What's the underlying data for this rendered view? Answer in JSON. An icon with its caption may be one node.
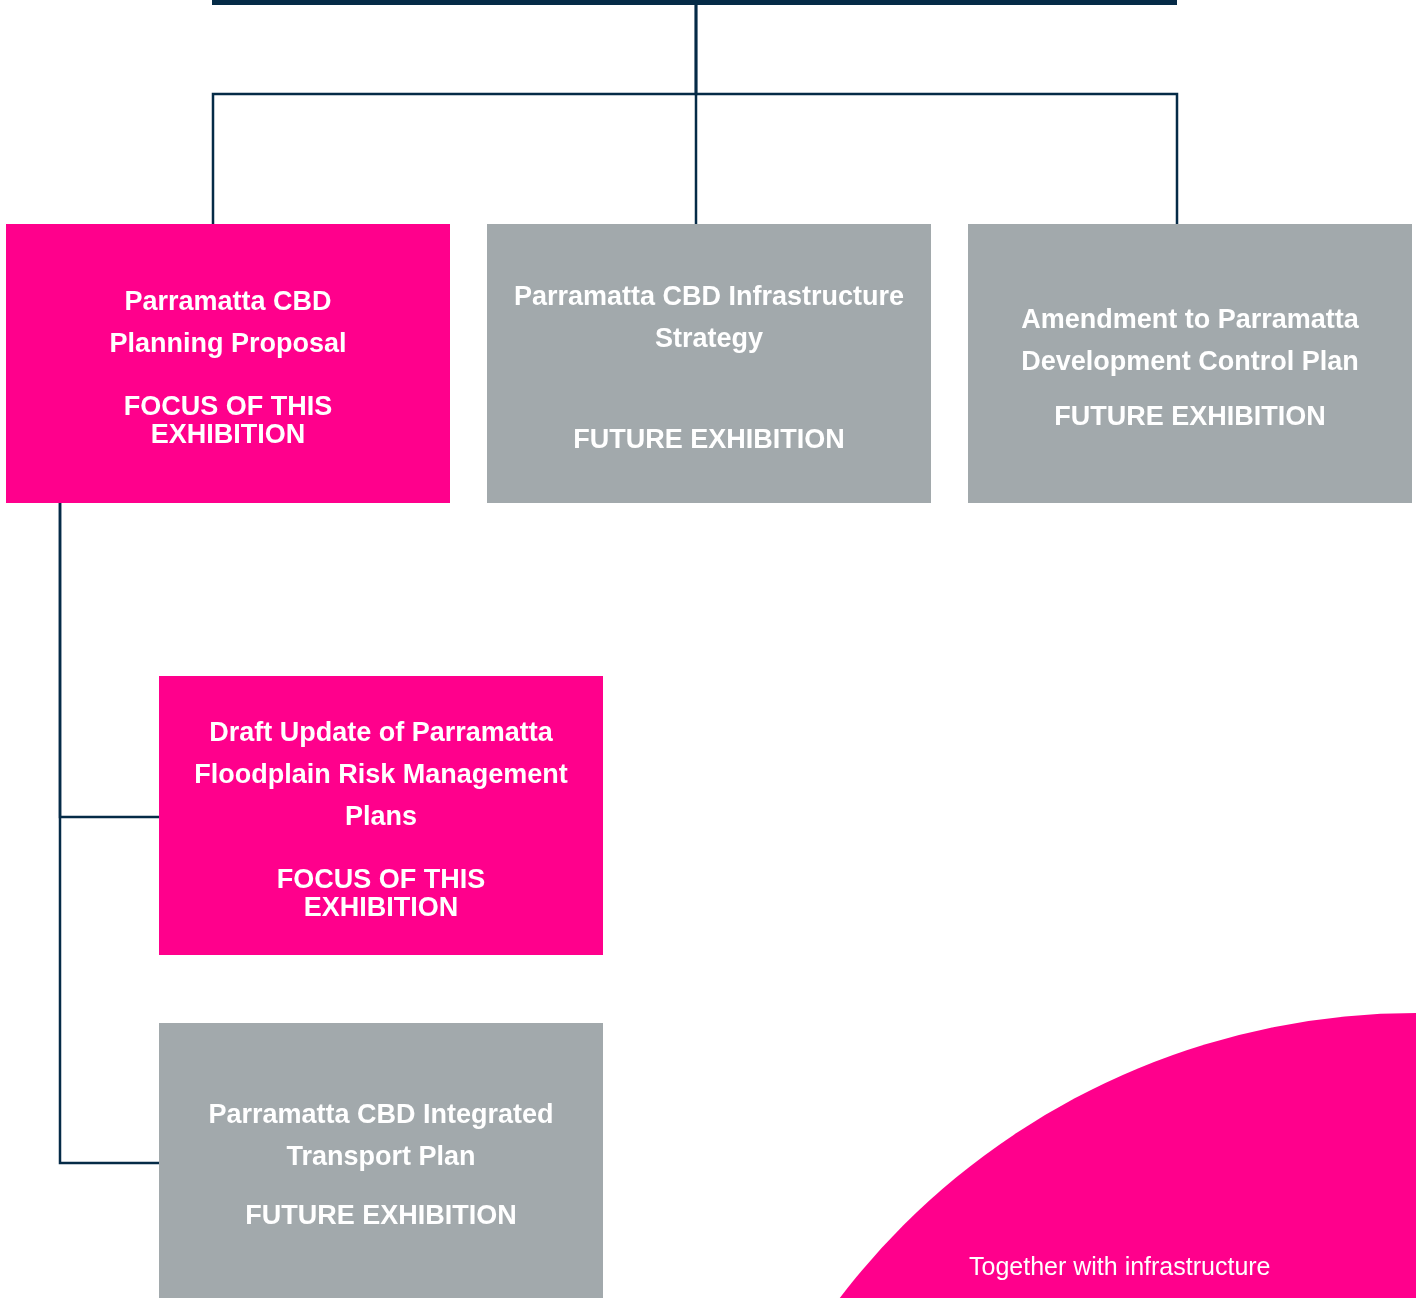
{
  "diagram": {
    "nodes": [
      {
        "text": [],
        "shape": "bar"
      },
      {
        "text": [
          "Parramatta CBD Planning Proposal",
          "FOCUS OF THIS EXHIBITION"
        ]
      },
      {
        "text": [
          "Parramatta CBD Infrastructure Strategy",
          "FUTURE EXHIBITION"
        ]
      },
      {
        "text": [
          "Amendment to Parramatta Development Control Plan",
          "FUTURE EXHIBITION"
        ]
      },
      {
        "text": [
          "Draft Update of Parramatta Floodplain Risk Management Plans",
          "FOCUS OF THIS EXHIBITION"
        ]
      },
      {
        "text": [
          "Parramatta CBD Integrated Transport Plan",
          "FUTURE EXHIBITION"
        ]
      },
      {
        "text": [
          "Together with infrastructure"
        ]
      }
    ],
    "edges": [
      {
        "from": 0,
        "to": 1,
        "arrow": "none"
      },
      {
        "from": 0,
        "to": 2,
        "arrow": "none"
      },
      {
        "from": 0,
        "to": 3,
        "arrow": "none"
      },
      {
        "from": 1,
        "to": 4,
        "arrow": "none"
      },
      {
        "from": 1,
        "to": 5,
        "arrow": "none"
      }
    ]
  }
}
